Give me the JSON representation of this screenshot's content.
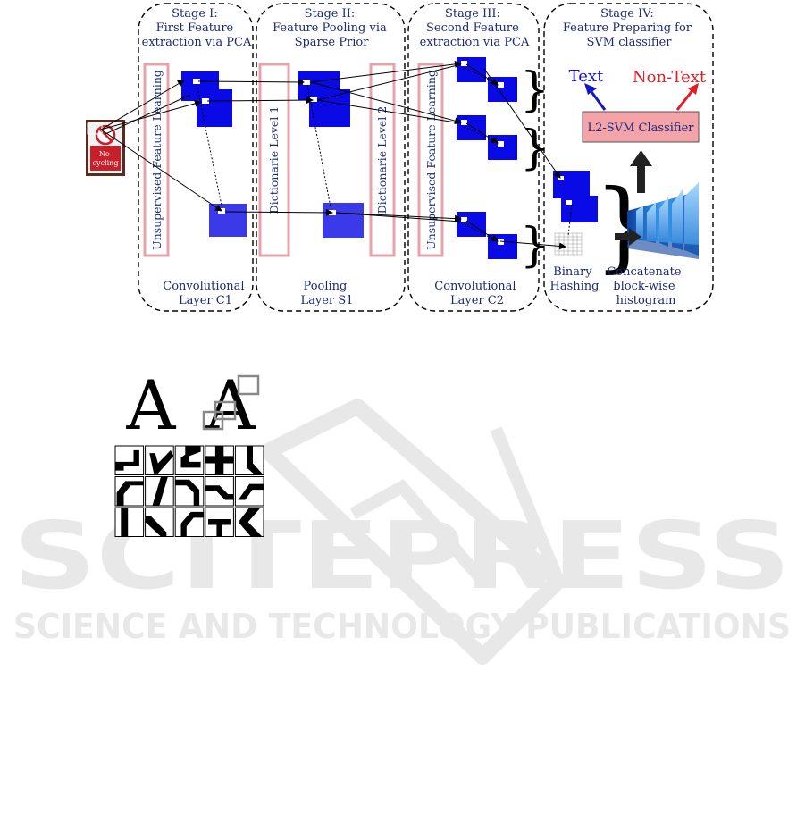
{
  "watermark": {
    "main": "SCITEPRESS",
    "sub": "SCIENCE AND TECHNOLOGY PUBLICATIONS"
  },
  "pipeline": {
    "stage1": {
      "title": [
        "Stage I:",
        "First Feature",
        "extraction via PCA"
      ],
      "layer": [
        "Convolutional",
        "Layer C1"
      ],
      "learning": "Unsupervised Feature Learning"
    },
    "stage2": {
      "title": [
        "Stage II:",
        "Feature Pooling via",
        "Sparse Prior"
      ],
      "layer": [
        "Pooling",
        "Layer S1"
      ],
      "dict1": "Dictionarie Level 1",
      "dict2": "Dictionarie Level 2"
    },
    "stage3": {
      "title": [
        "Stage III:",
        "Second Feature",
        "extraction via PCA"
      ],
      "layer": [
        "Convolutional",
        "Layer C2"
      ],
      "learning": "Unsupervised Feature Learning"
    },
    "stage4": {
      "title": [
        "Stage IV:",
        "Feature Preparing for",
        "SVM classifier"
      ],
      "text_label": "Text",
      "nontext_label": "Non-Text",
      "classifier": "L2-SVM Classifier",
      "hashing": [
        "Binary",
        "Hashing"
      ],
      "concat": [
        "Concatenate",
        "block-wise",
        "histogram"
      ]
    },
    "sign_text": [
      "No",
      "cycling"
    ]
  },
  "letters": {
    "glyph": "A"
  },
  "colors": {
    "feature_blue": "#0a0ae6",
    "pooled_blue": "#3a3ae8",
    "dict_border": "#e8a3aa",
    "classifier_fill": "#f4a3a8",
    "text_blue": "#1515c8",
    "nontext_red": "#e21c24",
    "watermark_gray": "#e6e6e6"
  }
}
